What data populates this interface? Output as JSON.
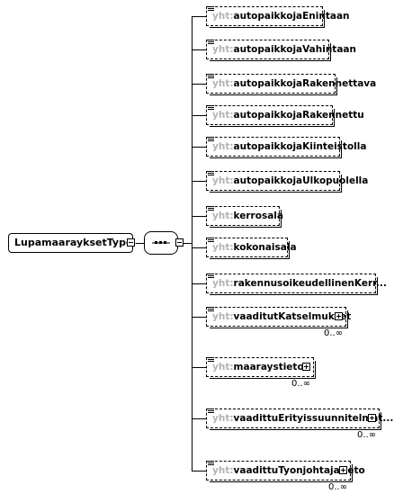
{
  "root": {
    "label": "LupamaarayksetType"
  },
  "compositor": {
    "kind": "sequence"
  },
  "elements": [
    {
      "prefix": "yht:",
      "name": "autopaikkojaEnintaan",
      "occurrence": "",
      "expandable": false
    },
    {
      "prefix": "yht:",
      "name": "autopaikkojaVahintaan",
      "occurrence": "",
      "expandable": false
    },
    {
      "prefix": "yht:",
      "name": "autopaikkojaRakennettava",
      "occurrence": "",
      "expandable": false
    },
    {
      "prefix": "yht:",
      "name": "autopaikkojaRakennettu",
      "occurrence": "",
      "expandable": false
    },
    {
      "prefix": "yht:",
      "name": "autopaikkojaKiinteistolla",
      "occurrence": "",
      "expandable": false
    },
    {
      "prefix": "yht:",
      "name": "autopaikkojaUlkopuolella",
      "occurrence": "",
      "expandable": false
    },
    {
      "prefix": "yht:",
      "name": "kerrosala",
      "occurrence": "",
      "expandable": false
    },
    {
      "prefix": "yht:",
      "name": "kokonaisala",
      "occurrence": "",
      "expandable": false
    },
    {
      "prefix": "yht:",
      "name": "rakennusoikeudellinenKerr...",
      "occurrence": "",
      "expandable": false
    },
    {
      "prefix": "yht:",
      "name": "vaaditutKatselmukset",
      "occurrence": "0..∞",
      "expandable": true
    },
    {
      "prefix": "yht:",
      "name": "maaraystieto",
      "occurrence": "0..∞",
      "expandable": true
    },
    {
      "prefix": "yht:",
      "name": "vaadittuErityissuunnitelmat...",
      "occurrence": "0..∞",
      "expandable": true
    },
    {
      "prefix": "yht:",
      "name": "vaadittuTyonjohtajatieto",
      "occurrence": "0..∞",
      "expandable": true
    }
  ]
}
